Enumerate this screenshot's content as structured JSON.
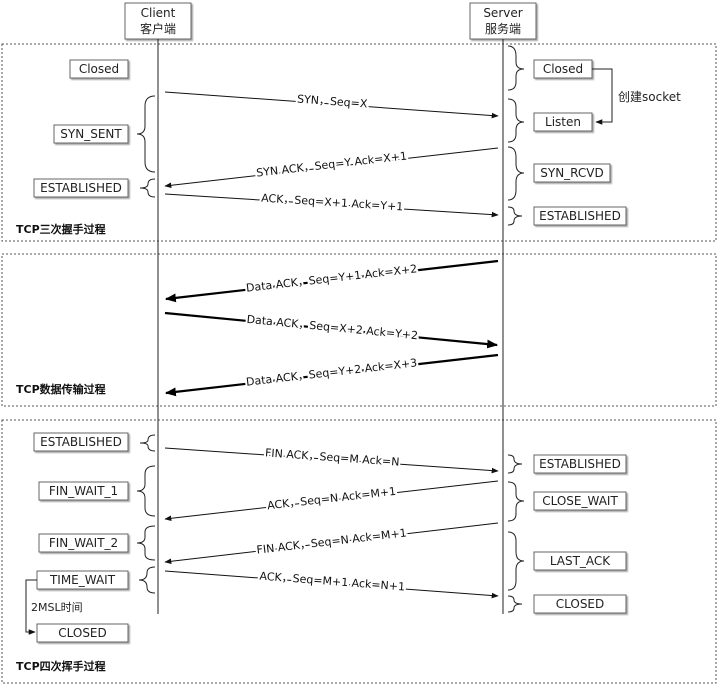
{
  "header": {
    "client_en": "Client",
    "client_cn": "客户端",
    "server_en": "Server",
    "server_cn": "服务端"
  },
  "sections": {
    "handshake_title": "TCP三次握手过程",
    "transfer_title": "TCP数据传输过程",
    "close_title": "TCP四次挥手过程"
  },
  "client_states": {
    "closed": "Closed",
    "syn_sent": "SYN_SENT",
    "established_1": "ESTABLISHED",
    "established_2": "ESTABLISHED",
    "fin_wait_1": "FIN_WAIT_1",
    "fin_wait_2": "FIN_WAIT_2",
    "time_wait": "TIME_WAIT",
    "closed_final": "CLOSED"
  },
  "server_states": {
    "closed": "Closed",
    "listen": "Listen",
    "syn_rcvd": "SYN_RCVD",
    "established_1": "ESTABLISHED",
    "established_2": "ESTABLISHED",
    "close_wait": "CLOSE_WAIT",
    "last_ack": "LAST_ACK",
    "closed_final": "CLOSED"
  },
  "notes": {
    "create_socket": "创建socket",
    "msl": "2MSL时间"
  },
  "messages": {
    "syn": "SYN，Seq=X",
    "syn_ack": "SYN ACK，Seq=Y Ack=X+1",
    "ack": "ACK，Seq=X+1 Ack=Y+1",
    "data_1": "Data ACK，Seq=Y+1 Ack=X+2",
    "data_2": "Data ACK，Seq=X+2 Ack=Y+2",
    "data_3": "Data ACK，Seq=Y+2 Ack=X+3",
    "fin_1": "FIN ACK，Seq=M Ack=N",
    "ack_1": "ACK，Seq=N Ack=M+1",
    "fin_2": "FIN ACK，Seq=N Ack=M+1",
    "ack_2": "ACK，Seq=M+1 Ack=N+1"
  }
}
